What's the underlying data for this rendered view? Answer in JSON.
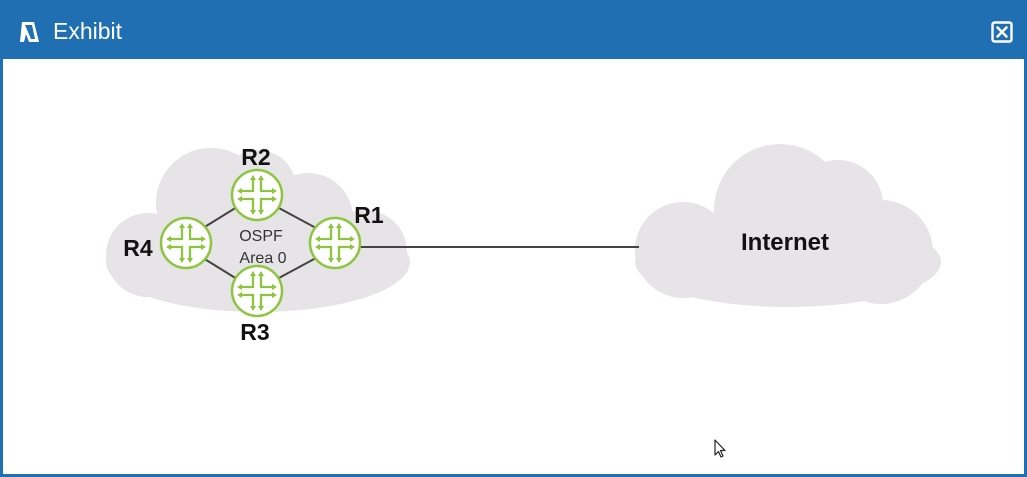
{
  "window": {
    "title": "Exhibit",
    "icons": {
      "title": "exhibit-icon",
      "close": "close-icon"
    },
    "colors": {
      "titlebar": "#1f6fb2",
      "router": "#8cc63f",
      "cloud": "#e6e4e6"
    }
  },
  "diagram": {
    "routers": [
      {
        "id": "r1",
        "label": "R1"
      },
      {
        "id": "r2",
        "label": "R2"
      },
      {
        "id": "r3",
        "label": "R3"
      },
      {
        "id": "r4",
        "label": "R4"
      }
    ],
    "area": {
      "protocol": "OSPF",
      "name": "Area 0"
    },
    "internet": {
      "label": "Internet"
    },
    "links": [
      [
        "R2",
        "R1"
      ],
      [
        "R2",
        "R4"
      ],
      [
        "R4",
        "R3"
      ],
      [
        "R3",
        "R1"
      ],
      [
        "R1",
        "Internet"
      ]
    ]
  }
}
